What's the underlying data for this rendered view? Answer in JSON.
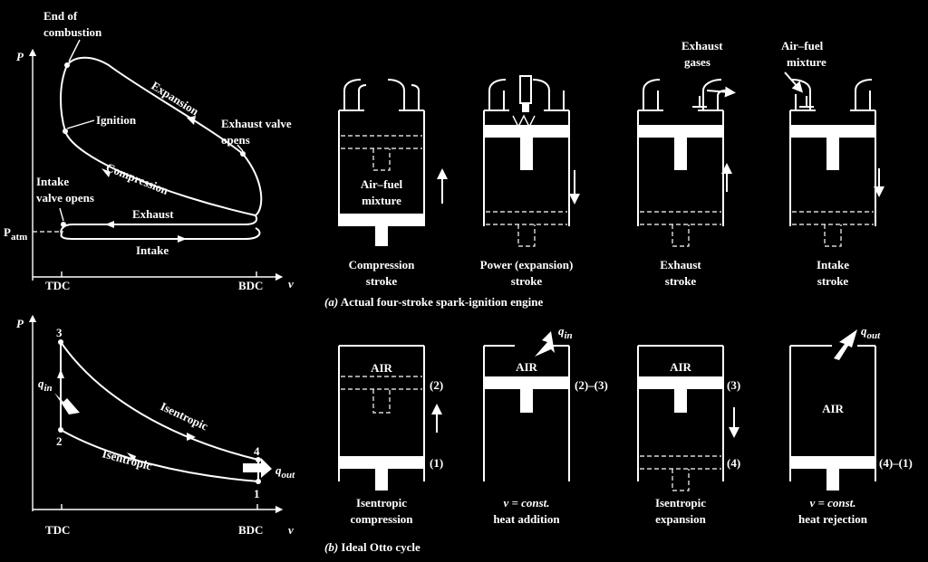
{
  "pv_actual": {
    "p_axis": "P",
    "v_axis": "v",
    "tdc": "TDC",
    "bdc": "BDC",
    "p_atm_main": "P",
    "p_atm_sub": "atm",
    "end_combustion_1": "End of",
    "end_combustion_2": "combustion",
    "expansion": "Expansion",
    "ignition": "Ignition",
    "exhaust_valve_1": "Exhaust valve",
    "exhaust_valve_2": "opens",
    "compression": "Compression",
    "intake_valve_1": "Intake",
    "intake_valve_2": "valve opens",
    "exhaust": "Exhaust",
    "intake": "Intake"
  },
  "pv_ideal": {
    "p_axis": "P",
    "v_axis": "v",
    "tdc": "TDC",
    "bdc": "BDC",
    "pt1": "1",
    "pt2": "2",
    "pt3": "3",
    "pt4": "4",
    "q": "q",
    "in": "in",
    "out": "out",
    "isentropic_top": "Isentropic",
    "isentropic_bottom": "Isentropic"
  },
  "actual_engine": {
    "caption_prefix": "(a)",
    "caption": " Actual four-stroke spark-ignition engine",
    "mixture_1": "Air–fuel",
    "mixture_2": "mixture",
    "exhaust_gases_1": "Exhaust",
    "exhaust_gases_2": "gases",
    "airfuel_in_1": "Air–fuel",
    "airfuel_in_2": "mixture",
    "strokes": [
      {
        "l1": "Compression",
        "l2": "stroke"
      },
      {
        "l1": "Power (expansion)",
        "l2": "stroke"
      },
      {
        "l1": "Exhaust",
        "l2": "stroke"
      },
      {
        "l1": "Intake",
        "l2": "stroke"
      }
    ]
  },
  "ideal_cycle": {
    "caption_prefix": "(b)",
    "caption": " Ideal Otto cycle",
    "air": "AIR",
    "q": "q",
    "in": "in",
    "out": "out",
    "state_labels": [
      "(2)",
      "(1)",
      "(2)–(3)",
      "(3)",
      "(4)",
      "(4)–(1)"
    ],
    "processes": [
      {
        "l1": "Isentropic",
        "l2": "compression"
      },
      {
        "l1": "v = const.",
        "l2": "heat addition"
      },
      {
        "l1": "Isentropic",
        "l2": "expansion"
      },
      {
        "l1": "v = const.",
        "l2": "heat rejection"
      }
    ]
  }
}
